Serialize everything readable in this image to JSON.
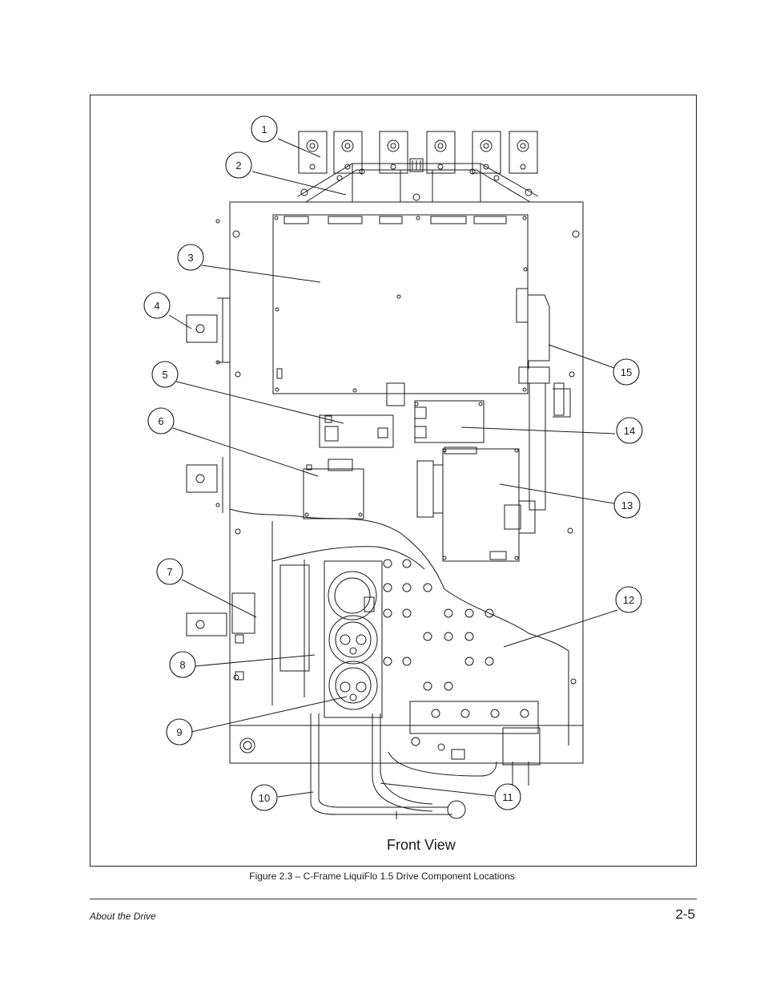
{
  "figure": {
    "view_label": "Front View",
    "caption": "Figure 2.3 – C-Frame LiquiFlo 1.5 Drive Component Locations",
    "callouts": [
      "1",
      "2",
      "3",
      "4",
      "5",
      "6",
      "7",
      "8",
      "9",
      "10",
      "11",
      "12",
      "13",
      "14",
      "15"
    ]
  },
  "footer": {
    "section": "About the Drive",
    "page_number": "2-5"
  },
  "colors": {
    "line": "#1a1a1a",
    "background": "#ffffff"
  }
}
